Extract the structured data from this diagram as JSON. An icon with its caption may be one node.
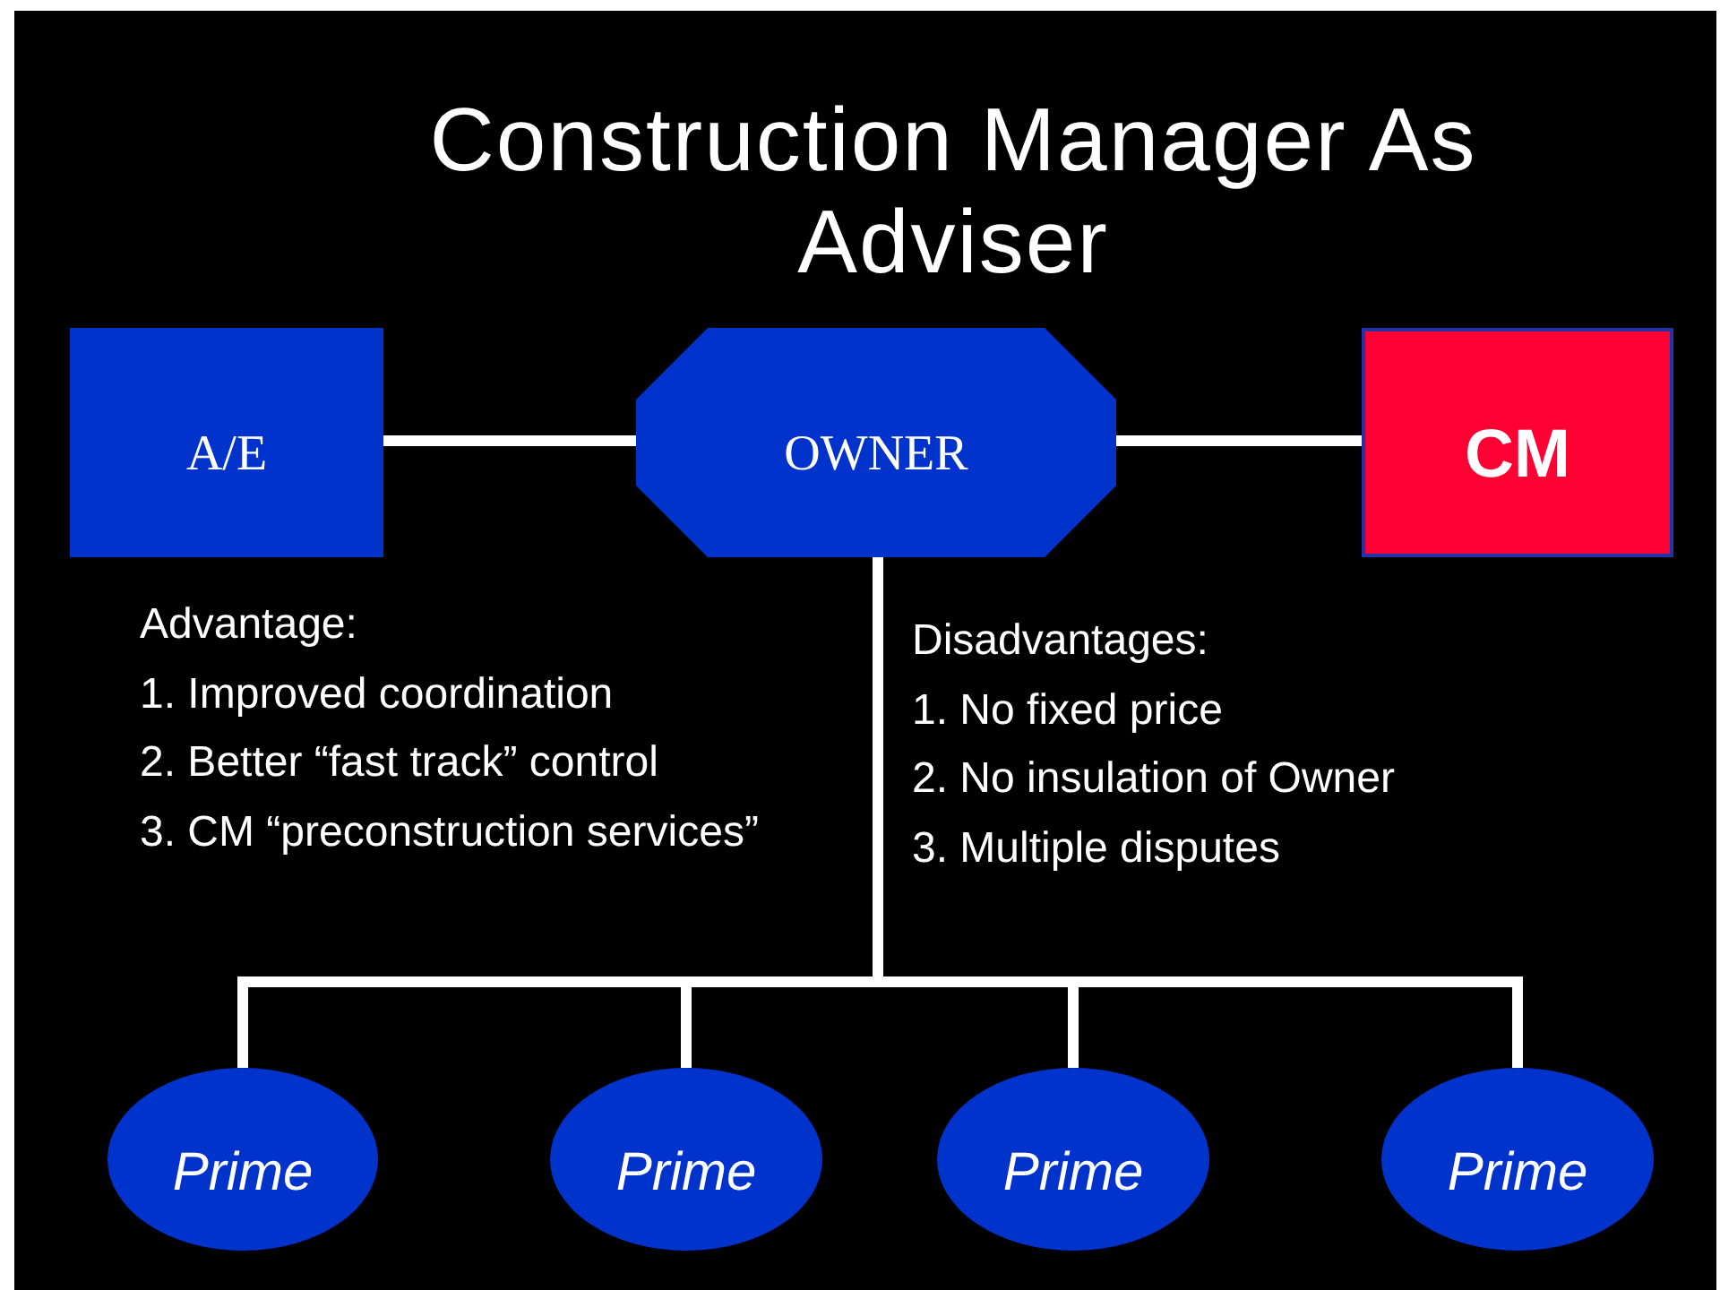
{
  "diagram": {
    "title": "Construction Manager As Adviser",
    "nodes": [
      {
        "text": [
          "A/E"
        ]
      },
      {
        "text": [
          "OWNER"
        ]
      },
      {
        "text": [
          "CM"
        ]
      },
      {
        "text": [
          "Prime"
        ]
      },
      {
        "text": [
          "Prime"
        ]
      },
      {
        "text": [
          "Prime"
        ]
      },
      {
        "text": [
          "Prime"
        ]
      }
    ],
    "edges": [
      {
        "from": 0,
        "to": 1,
        "arrow": "none"
      },
      {
        "from": 1,
        "to": 2,
        "arrow": "none"
      },
      {
        "from": 1,
        "to": 3,
        "arrow": "none"
      },
      {
        "from": 1,
        "to": 4,
        "arrow": "none"
      },
      {
        "from": 1,
        "to": 5,
        "arrow": "none"
      },
      {
        "from": 1,
        "to": 6,
        "arrow": "none"
      }
    ],
    "labels": [
      "Advantage:",
      "1. Improved coordination",
      "2. Better “fast track” control",
      "3. CM “preconstruction services”",
      "Disadvantages:",
      "1. No fixed price",
      "2. No insulation of Owner",
      "3. Multiple disputes"
    ]
  }
}
